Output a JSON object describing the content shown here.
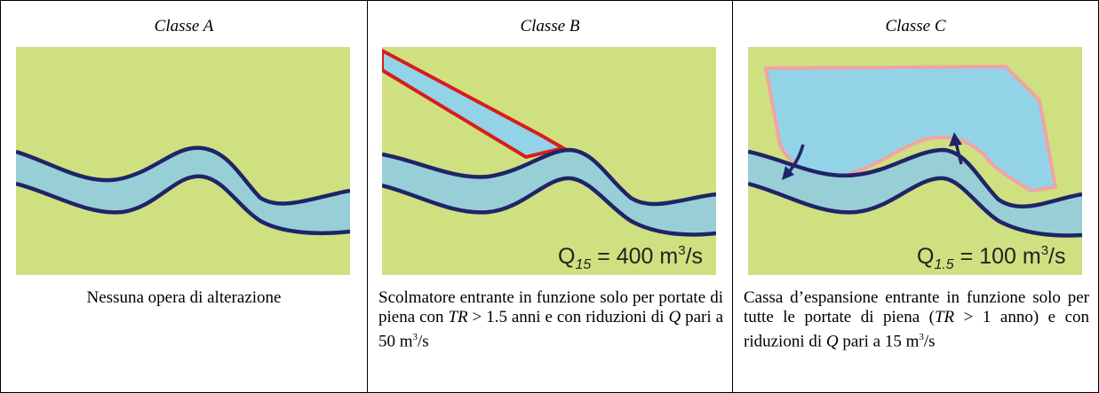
{
  "columns": [
    {
      "title": "Classe A",
      "caption": "Nessuna opera di alterazione"
    },
    {
      "title": "Classe B",
      "caption_parts": {
        "p1": "Scolmatore entrante in funzione solo per portate di piena con ",
        "tr": "TR",
        "p2": " > 1.5 anni e con riduzioni di ",
        "q": "Q",
        "p3": " pari a 50 m",
        "sup": "3",
        "p4": "/s"
      },
      "label": {
        "q": "Q",
        "sub": "15",
        "value": " = 400 m",
        "sup": "3",
        "unit": "/s"
      }
    },
    {
      "title": "Classe C",
      "caption_parts": {
        "p1": "Cassa d’espansione entrante in funzione solo per tutte le portate di piena (",
        "tr": "TR",
        "p2": " > 1 anno) e con riduzioni di ",
        "q": "Q",
        "p3": " pari a 15 m",
        "sup": "3",
        "p4": "/s"
      },
      "label": {
        "q": "Q",
        "sub": "1.5",
        "value": " = 100 m",
        "sup": "3",
        "unit": "/s"
      }
    }
  ],
  "colors": {
    "land": "#cfe080",
    "river": "#98cfd6",
    "bank": "#1f2468",
    "floodway_border": "#d91c1c",
    "reservoir": "#92d3e8",
    "reservoir_border": "#f2a3a3"
  }
}
